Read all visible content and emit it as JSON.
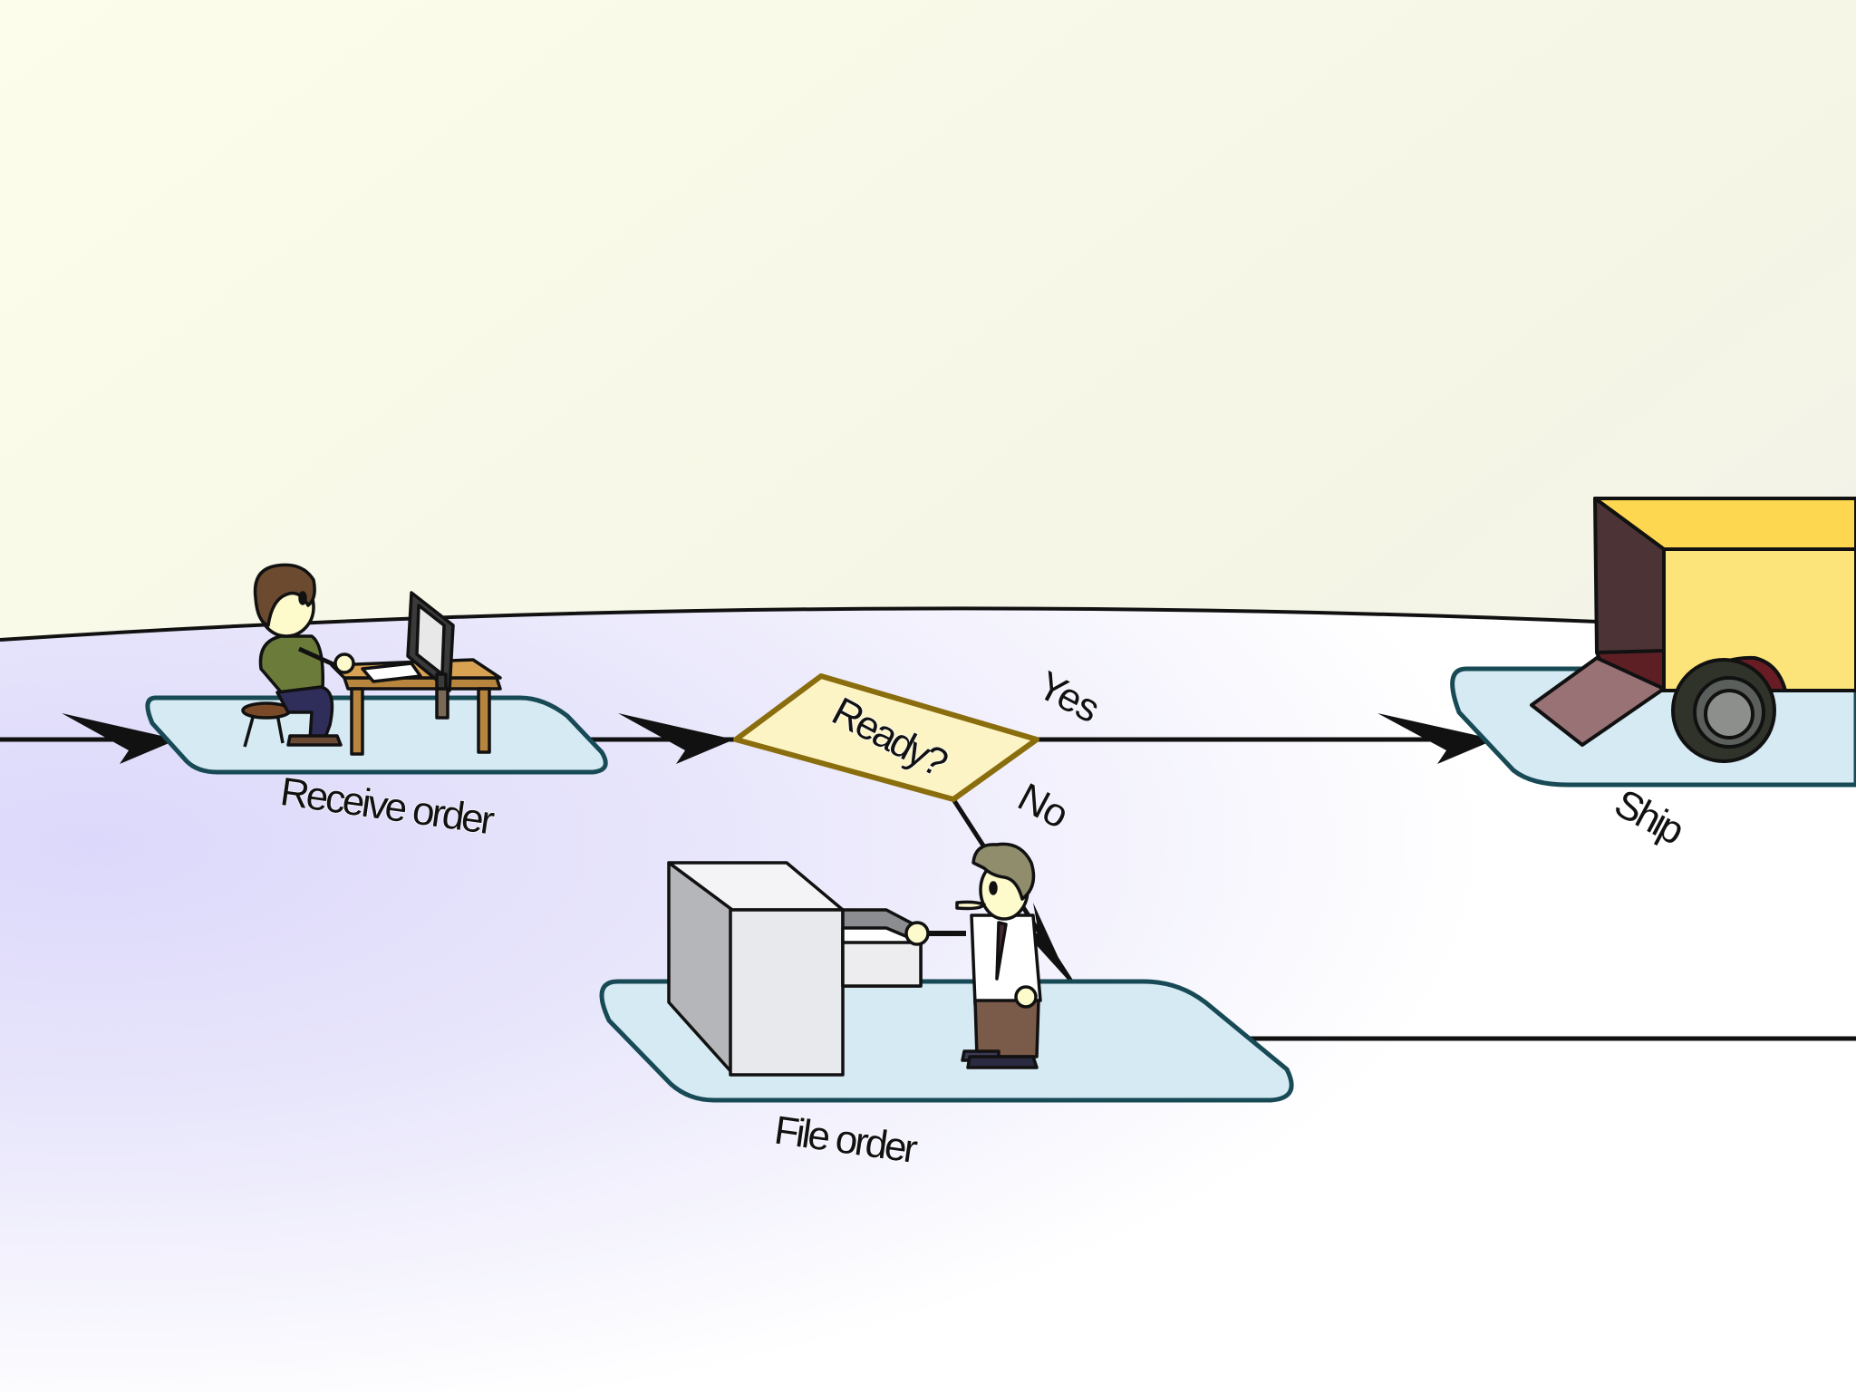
{
  "diagram": {
    "steps": {
      "receive": {
        "label": "Receive order"
      },
      "decision": {
        "label": "Ready?"
      },
      "file": {
        "label": "File order"
      },
      "ship": {
        "label": "Ship"
      }
    },
    "branches": {
      "yes": "Yes",
      "no": "No"
    }
  },
  "colors": {
    "background_top": "#fbfbea",
    "background_floor": "#e4e1fb",
    "platform_fill": "#d6eaf4",
    "platform_stroke": "#174a55",
    "decision_fill": "#fdf4c6",
    "decision_stroke": "#8a6d0c",
    "truck_yellow": "#fde47a",
    "truck_dark": "#4c3336"
  }
}
